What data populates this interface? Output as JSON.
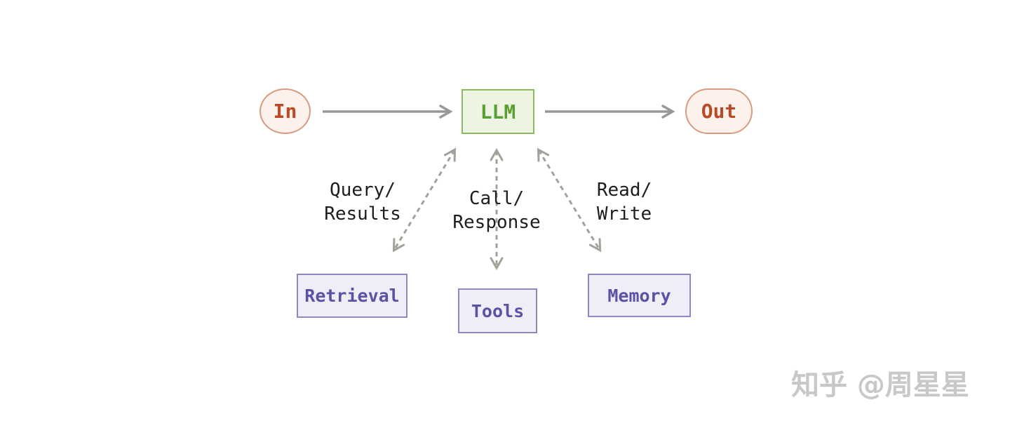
{
  "diagram": {
    "type": "flowchart",
    "nodes": {
      "input": {
        "label": "In",
        "shape": "ellipse"
      },
      "llm": {
        "label": "LLM",
        "shape": "rect"
      },
      "output": {
        "label": "Out",
        "shape": "stadium"
      },
      "retrieval": {
        "label": "Retrieval",
        "shape": "rect"
      },
      "tools": {
        "label": "Tools",
        "shape": "rect"
      },
      "memory": {
        "label": "Memory",
        "shape": "rect"
      }
    },
    "edges": [
      {
        "from": "In",
        "to": "LLM",
        "style": "solid-arrow"
      },
      {
        "from": "LLM",
        "to": "Out",
        "style": "solid-arrow"
      },
      {
        "from": "LLM",
        "to": "Retrieval",
        "style": "dashed-double-arrow",
        "label_line1": "Query/",
        "label_line2": "Results"
      },
      {
        "from": "LLM",
        "to": "Tools",
        "style": "dashed-double-arrow",
        "label_line1": "Call/",
        "label_line2": "Response"
      },
      {
        "from": "LLM",
        "to": "Memory",
        "style": "dashed-double-arrow",
        "label_line1": "Read/",
        "label_line2": "Write"
      }
    ],
    "colors": {
      "io_fill": "#fdf1ec",
      "io_border": "#d69b80",
      "io_text": "#bc4a26",
      "llm_fill": "#eef4e2",
      "llm_border": "#8cb85e",
      "llm_text": "#57a031",
      "module_fill": "#efeef6",
      "module_border": "#8d87c3",
      "module_text": "#5a53a5",
      "solid_arrow": "#989898",
      "dashed_arrow": "#a3a29a",
      "edge_label_text": "#1d1d1b",
      "background": "#ffffff"
    }
  },
  "watermark": {
    "text": "知乎 @周星星"
  }
}
